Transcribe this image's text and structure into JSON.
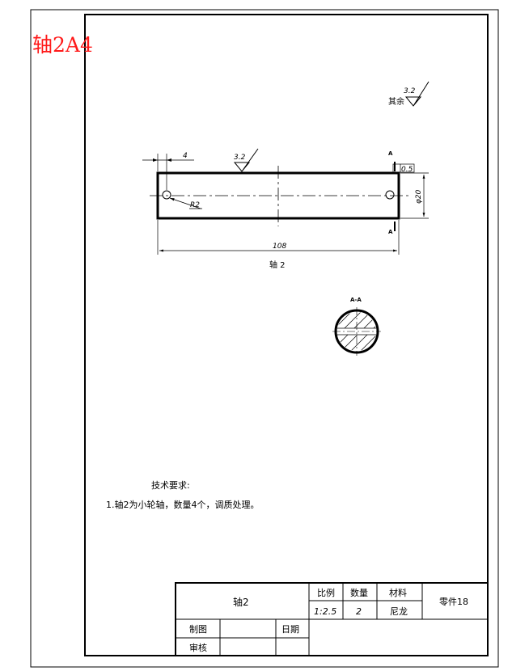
{
  "drawing": {
    "sheet_label": "轴2A4",
    "part_view_label": "轴 2",
    "section_label": "A-A",
    "section_mark": "A",
    "roughness_general_prefix": "其余",
    "roughness_general_value": "3.2",
    "roughness_surface_value": "3.2"
  },
  "dimensions": {
    "top_offset": "4",
    "length": "108",
    "diameter": "φ20",
    "radius": "R2",
    "tolerance": "0.5"
  },
  "notes": {
    "title": "技术要求:",
    "line1": "1.轴2为小轮轴，数量4个，调质处理。"
  },
  "title_block": {
    "part_name": "轴2",
    "scale_label": "比例",
    "qty_label": "数量",
    "material_label": "材料",
    "scale_value": "1:2.5",
    "qty_value": "2",
    "material_value": "尼龙",
    "part_no": "零件18",
    "drawn_label": "制图",
    "date_label": "日期",
    "check_label": "审核"
  }
}
